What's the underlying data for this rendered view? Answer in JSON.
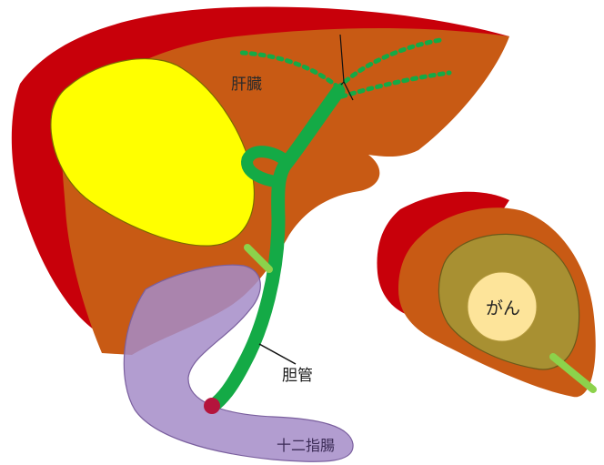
{
  "labels": {
    "liver": "肝臓",
    "bile_duct": "胆管",
    "duodenum": "十二指腸",
    "cancer": "がん"
  },
  "colors": {
    "liver_capsule": "#c8000a",
    "liver_tissue": "#c85a14",
    "gallbladder": "#ffff00",
    "bile_duct": "#14aa46",
    "duct_stent": "#8cd24b",
    "duodenum": "#a48cc8",
    "tumor_zone": "#a89032",
    "tumor": "#fde49a",
    "papilla": "#b4143c"
  }
}
